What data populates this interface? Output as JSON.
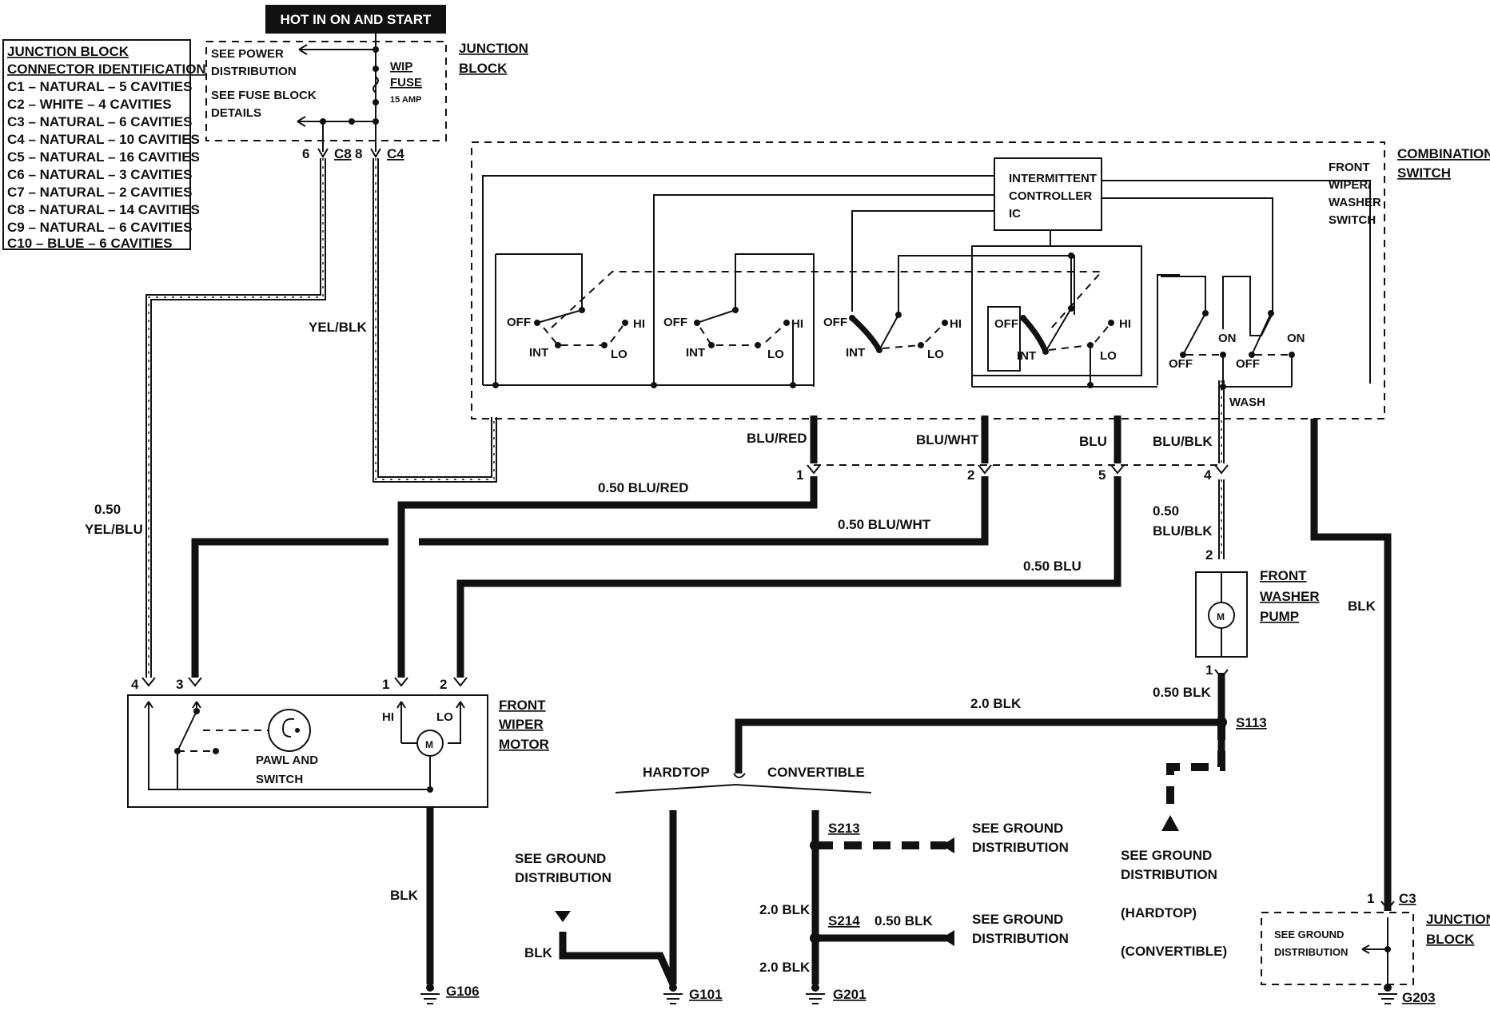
{
  "header": {
    "hot_label": "HOT IN ON AND START"
  },
  "legend": {
    "title_line1": "JUNCTION BLOCK",
    "title_line2": "CONNECTOR IDENTIFICATION",
    "rows": [
      "C1 – NATURAL – 5 CAVITIES",
      "C2 – WHITE – 4 CAVITIES",
      "C3 – NATURAL – 6 CAVITIES",
      "C4 – NATURAL – 10 CAVITIES",
      "C5 – NATURAL – 16 CAVITIES",
      "C6 – NATURAL – 3 CAVITIES",
      "C7 – NATURAL – 2 CAVITIES",
      "C8 – NATURAL – 14 CAVITIES",
      "C9 – NATURAL – 6 CAVITIES",
      "C10 – BLUE – 6 CAVITIES"
    ]
  },
  "junction_block_top": {
    "see_power_1": "SEE POWER",
    "see_power_2": "DISTRIBUTION",
    "see_fuse_1": "SEE FUSE BLOCK",
    "see_fuse_2": "DETAILS",
    "fuse_1": "WIP",
    "fuse_2": "FUSE",
    "fuse_3": "15 AMP",
    "name_1": "JUNCTION",
    "name_2": "BLOCK",
    "pin_c8": "6",
    "conn_c8": "C8",
    "pin_c4": "8",
    "conn_c4": "C4"
  },
  "combination_switch": {
    "name_1": "COMBINATION",
    "name_2": "SWITCH",
    "sub_1": "FRONT",
    "sub_2": "WIPER/",
    "sub_3": "WASHER",
    "sub_4": "SWITCH",
    "ic_1": "INTERMITTENT",
    "ic_2": "CONTROLLER",
    "ic_3": "IC",
    "off": "OFF",
    "hi": "HI",
    "int": "INT",
    "lo": "LO",
    "on": "ON",
    "wash": "WASH"
  },
  "wires": {
    "yel_blk": "YEL/BLK",
    "blu_red": "BLU/RED",
    "blu_wht": "BLU/WHT",
    "blu": "BLU",
    "blu_blk": "BLU/BLK",
    "w050_blu_red": "0.50 BLU/RED",
    "w050_blu_wht": "0.50 BLU/WHT",
    "w050_blu": "0.50 BLU",
    "w050_a": "0.50",
    "yel_blu": "YEL/BLU",
    "w050_b": "0.50",
    "blu_blk2": "BLU/BLK",
    "blk_right": "BLK",
    "w050_blk": "0.50 BLK",
    "w20_blk": "2.0 BLK",
    "blk_motor": "BLK",
    "w20_blk_a": "2.0 BLK",
    "w20_blk_b": "2.0 BLK",
    "w050_blk2": "0.50 BLK",
    "blk_g101": "BLK"
  },
  "pins": {
    "p1": "1",
    "p2": "2",
    "p5": "5",
    "p4": "4",
    "pump_2": "2",
    "pump_1": "1",
    "motor_4": "4",
    "motor_3": "3",
    "motor_1": "1",
    "motor_2": "2",
    "jb_1": "1",
    "jb_c3": "C3"
  },
  "components": {
    "pump_1": "FRONT",
    "pump_2": "WASHER",
    "pump_3": "PUMP",
    "motor_1": "FRONT",
    "motor_2": "WIPER",
    "motor_3": "MOTOR",
    "pawl_1": "PAWL AND",
    "pawl_2": "SWITCH",
    "hi": "HI",
    "lo": "LO",
    "m": "M",
    "jb_1": "JUNCTION",
    "jb_2": "BLOCK",
    "jb_see_1": "SEE GROUND",
    "jb_see_2": "DISTRIBUTION"
  },
  "ground": {
    "s113": "S113",
    "hardtop": "HARDTOP",
    "convertible": "CONVERTIBLE",
    "s213": "S213",
    "s214": "S214",
    "see_gd_left_1": "SEE GROUND",
    "see_gd_left_2": "DISTRIBUTION",
    "see_gd_s213_1": "SEE GROUND",
    "see_gd_s213_2": "DISTRIBUTION",
    "see_gd_s214_1": "SEE GROUND",
    "see_gd_s214_2": "DISTRIBUTION",
    "see_gd_mid_1": "SEE GROUND",
    "see_gd_mid_2": "DISTRIBUTION",
    "hardtop_paren": "(HARDTOP)",
    "convertible_paren": "(CONVERTIBLE)",
    "g106": "G106",
    "g101": "G101",
    "g201": "G201",
    "g203": "G203"
  }
}
